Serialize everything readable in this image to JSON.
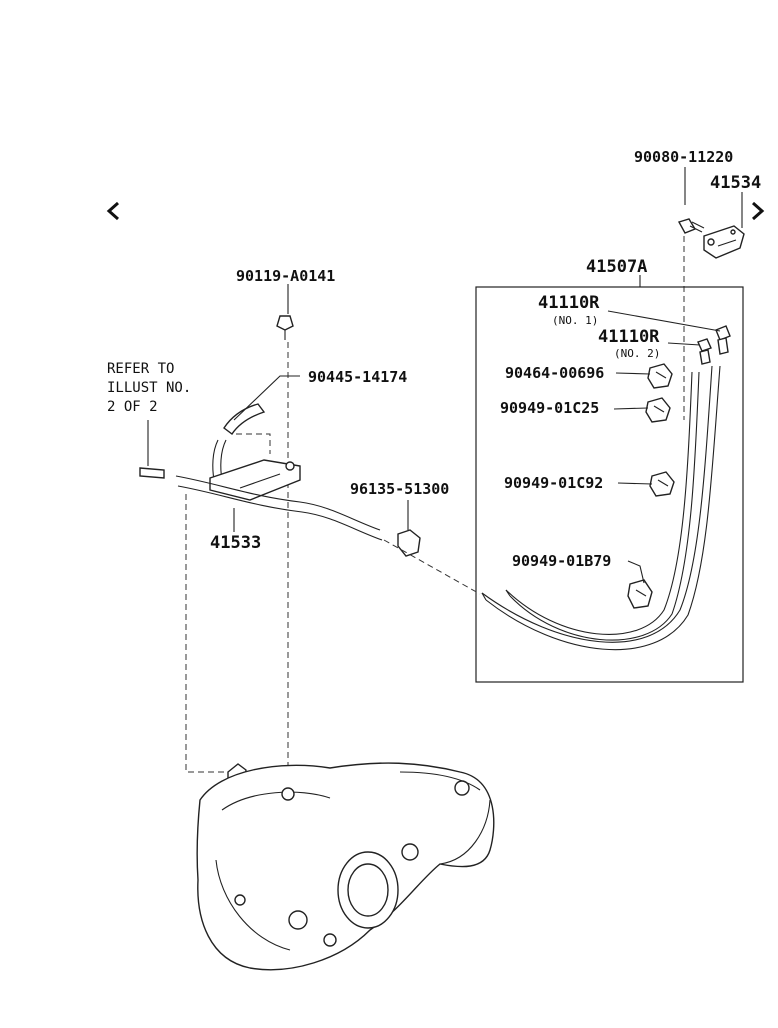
{
  "nav": {
    "prev_glyph": "‹",
    "next_glyph": "›"
  },
  "labels": {
    "p_90080": "90080-11220",
    "p_41534": "41534",
    "p_41507A": "41507A",
    "p_41110R_1": "41110R",
    "p_no1": "(NO. 1)",
    "p_41110R_2": "41110R",
    "p_no2": "(NO. 2)",
    "p_90464": "90464-00696",
    "p_90949_c25": "90949-01C25",
    "p_90949_c92": "90949-01C92",
    "p_90949_b79": "90949-01B79",
    "p_90119": "90119-A0141",
    "p_90445": "90445-14174",
    "p_96135": "96135-51300",
    "p_41533": "41533"
  },
  "note": {
    "line1": "REFER TO",
    "line2": "ILLUST NO.",
    "line3": "2 OF 2"
  },
  "icons": {
    "prev": "chevron-left-icon",
    "next": "chevron-right-icon"
  }
}
